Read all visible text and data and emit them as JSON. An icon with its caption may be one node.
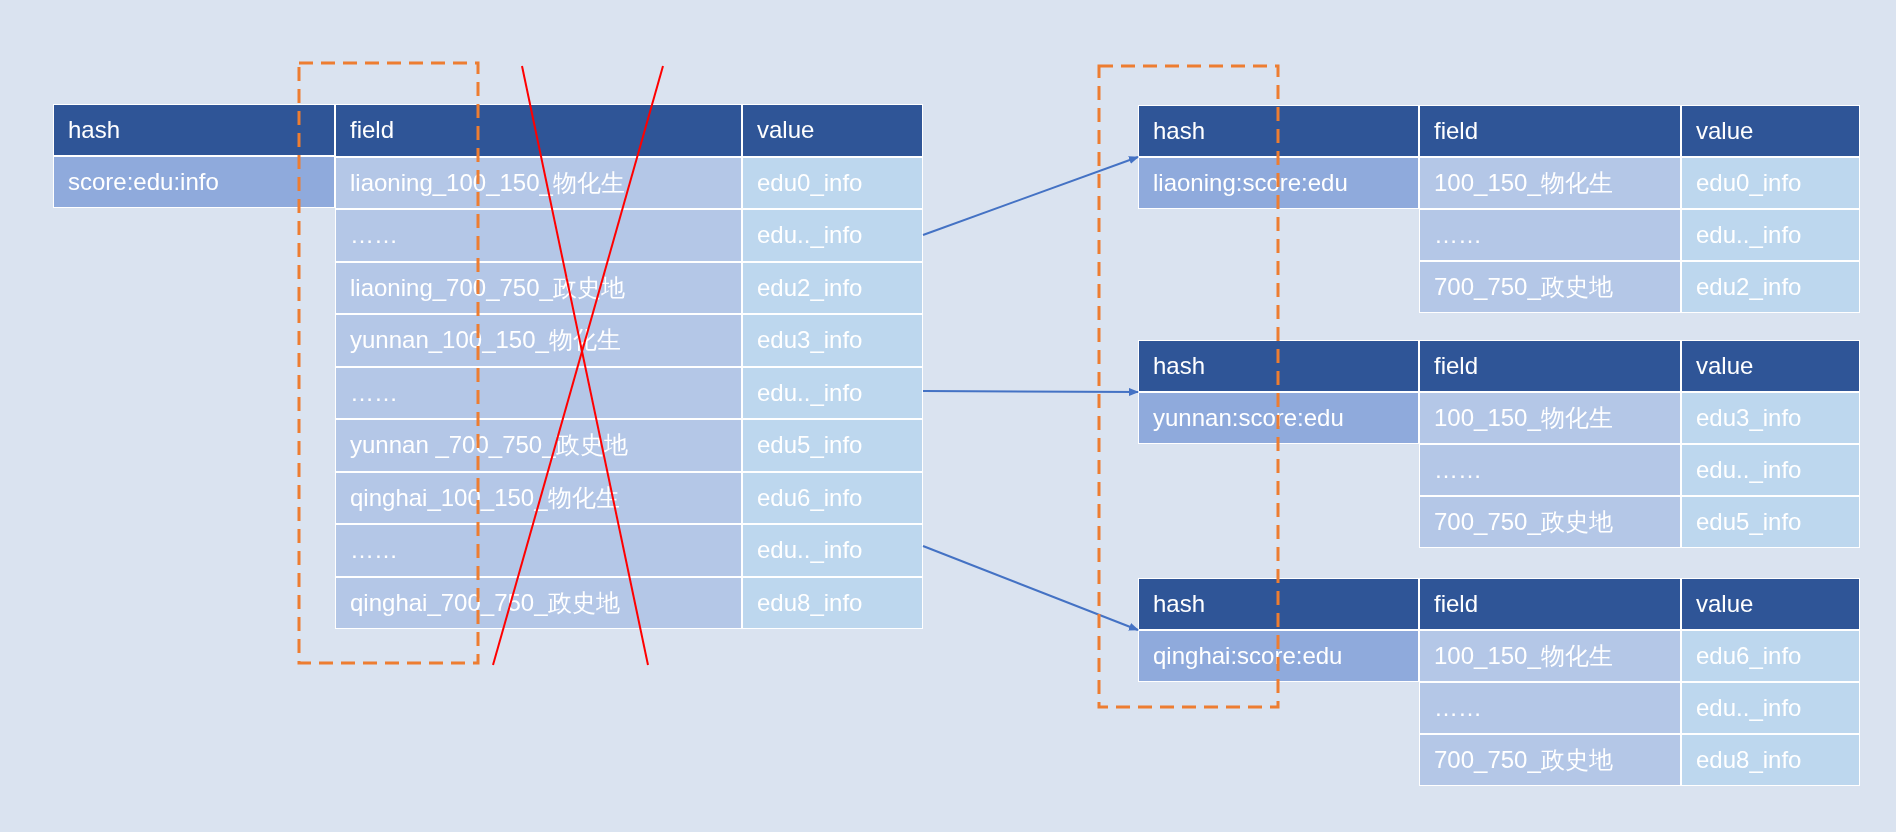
{
  "diagram": {
    "nodes": [
      {
        "text": [
          "hash",
          "score:edu:info"
        ]
      },
      {
        "text": [
          "field",
          "value",
          "liaoning_100_150_物化生",
          "edu0_info",
          "……",
          "edu.._info",
          "liaoning_700_750_政史地",
          "edu2_info",
          "yunnan_100_150_物化生",
          "edu3_info",
          "……",
          "edu.._info",
          "yunnan _700_750_政史地",
          "edu5_info",
          "qinghai_100_150_物化生",
          "edu6_info",
          "……",
          "edu.._info",
          "qinghai_700_750_政史地",
          "edu8_info"
        ]
      },
      {
        "text": [
          "hash",
          "liaoning:score:edu"
        ]
      },
      {
        "text": [
          "field",
          "value",
          "100_150_物化生",
          "edu0_info",
          "……",
          "edu.._info",
          "700_750_政史地",
          "edu2_info"
        ]
      },
      {
        "text": [
          "hash",
          "yunnan:score:edu"
        ]
      },
      {
        "text": [
          "field",
          "value",
          "100_150_物化生",
          "edu3_info",
          "……",
          "edu.._info",
          "700_750_政史地",
          "edu5_info"
        ]
      },
      {
        "text": [
          "hash",
          "qinghai:score:edu"
        ]
      },
      {
        "text": [
          "field",
          "value",
          "100_150_物化生",
          "edu6_info",
          "……",
          "edu.._info",
          "700_750_政史地",
          "edu8_info"
        ]
      }
    ],
    "edges": [
      {
        "from": 1,
        "to": 2,
        "arrow": "to"
      },
      {
        "from": 1,
        "to": 4,
        "arrow": "to"
      },
      {
        "from": 1,
        "to": 6,
        "arrow": "to"
      }
    ]
  }
}
